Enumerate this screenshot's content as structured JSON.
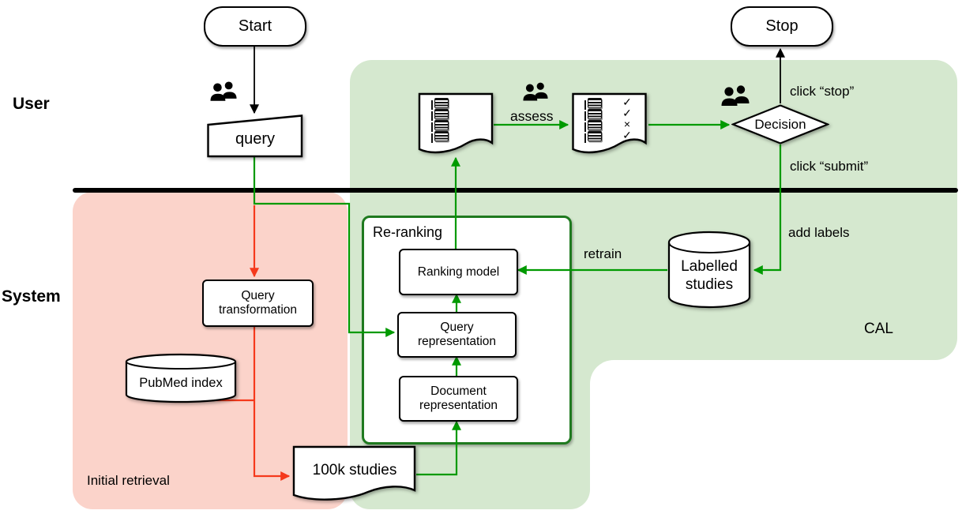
{
  "lanes": {
    "user": "User",
    "system": "System"
  },
  "regions": {
    "initial_retrieval": {
      "label": "Initial retrieval"
    },
    "cal": {
      "label": "CAL"
    }
  },
  "nodes": {
    "start": "Start",
    "stop": "Stop",
    "query": "query",
    "query_transformation": {
      "line1": "Query",
      "line2": "transformation"
    },
    "pubmed_index": "PubMed index",
    "studies_100k": "100k studies",
    "reranking_title": "Re-ranking",
    "ranking_model": "Ranking model",
    "query_representation": {
      "line1": "Query",
      "line2": "representation"
    },
    "document_representation": {
      "line1": "Document",
      "line2": "representation"
    },
    "labelled_studies": {
      "line1": "Labelled",
      "line2": "studies"
    },
    "decision": "Decision"
  },
  "edge_labels": {
    "assess": "assess",
    "click_stop": "click “stop”",
    "click_submit": "click “submit”",
    "add_labels": "add labels",
    "retrain": "retrain"
  },
  "assessment_marks": [
    "✓",
    "✓",
    "×",
    "✓"
  ],
  "colors": {
    "user_flow_green": "#009a00",
    "system_flow_red": "#f5391c",
    "initial_retrieval_bg": "#fbd3ca",
    "cal_bg": "#d5e8cf",
    "reranking_border": "#1f7a1f",
    "divider_black": "#000000"
  }
}
